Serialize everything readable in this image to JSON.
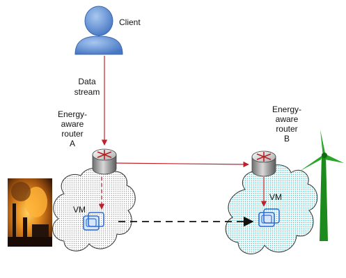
{
  "labels": {
    "client": "Client",
    "data_stream_line1": "Data",
    "data_stream_line2": "stream",
    "router_a_line1": "Energy-",
    "router_a_line2": "aware",
    "router_a_line3": "router",
    "router_a_line4": "A",
    "router_b_line1": "Energy-",
    "router_b_line2": "aware",
    "router_b_line3": "router",
    "router_b_line4": "B",
    "vm_a": "VM",
    "vm_b": "VM"
  },
  "colors": {
    "link": "#c0202a",
    "migration": "#111111",
    "cloud_a_dots": "#9a9a9a",
    "cloud_b_dots": "#56c0c8",
    "person": "#5b8fd6",
    "vm_icon": "#2f6fd6",
    "turbine": "#1d8a1d"
  },
  "icons": [
    "person-icon",
    "router-icon",
    "vm-icon",
    "factory-smoke-image",
    "wind-turbine-icon"
  ]
}
